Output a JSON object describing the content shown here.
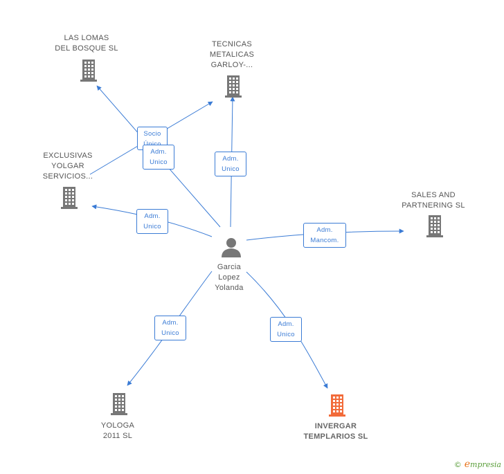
{
  "colors": {
    "edge": "#3a7bd5",
    "building": "#777777",
    "building_highlight": "#f26b3a",
    "person": "#777777"
  },
  "person": {
    "name": "Garcia\nLopez\nYolanda",
    "icon": "person-icon"
  },
  "companies": [
    {
      "id": "las-lomas",
      "name": "LAS LOMAS\nDEL BOSQUE SL",
      "icon": "building-icon",
      "highlight": false
    },
    {
      "id": "tecnicas",
      "name": "TECNICAS\nMETALICAS\nGARLOY-...",
      "icon": "building-icon",
      "highlight": false
    },
    {
      "id": "exclusivas",
      "name": "EXCLUSIVAS\nYOLGAR\nSERVICIOS...",
      "icon": "building-icon",
      "highlight": false
    },
    {
      "id": "sales",
      "name": "SALES AND\nPARTNERING SL",
      "icon": "building-icon",
      "highlight": false
    },
    {
      "id": "yologa",
      "name": "YOLOGA\n2011 SL",
      "icon": "building-icon",
      "highlight": false
    },
    {
      "id": "invergar",
      "name": "INVERGAR\nTEMPLARIOS SL",
      "icon": "building-icon",
      "highlight": true
    }
  ],
  "relations": [
    {
      "target": "las-lomas",
      "label": "Adm.\nUnico"
    },
    {
      "target": "tecnicas",
      "label": "Socio\nÚnico"
    },
    {
      "target": "tecnicas",
      "label": "Adm.\nUnico"
    },
    {
      "target": "exclusivas",
      "label": "Adm.\nUnico"
    },
    {
      "target": "sales",
      "label": "Adm.\nMancom."
    },
    {
      "target": "yologa",
      "label": "Adm.\nUnico"
    },
    {
      "target": "invergar",
      "label": "Adm.\nUnico"
    }
  ],
  "watermark": {
    "copyright": "©",
    "brand_initial": "e",
    "brand_rest": "mpresia"
  }
}
